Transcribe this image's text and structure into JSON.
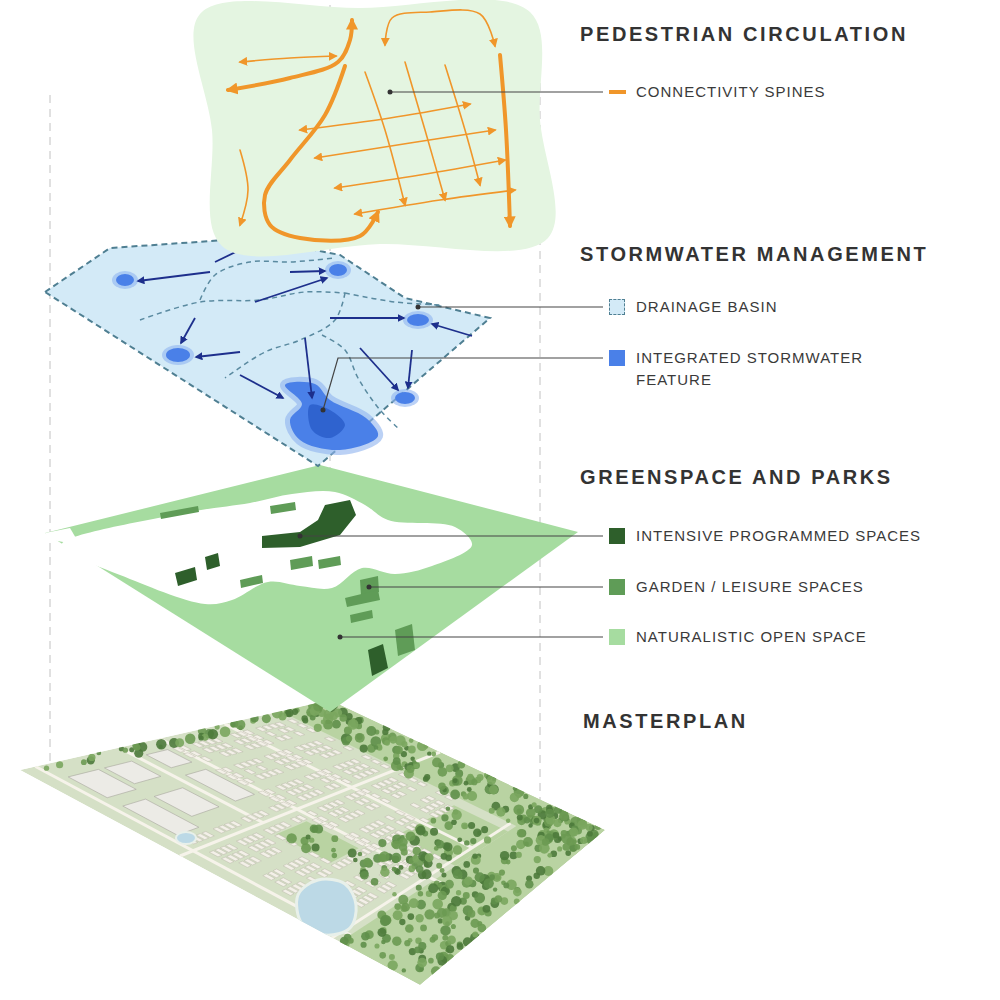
{
  "diagram": {
    "labels": [
      "PEDESTRIAN CIRCULATION",
      "STORMWATER MANAGEMENT",
      "GREENSPACE AND PARKS",
      "MASTERPLAN"
    ],
    "legend": [
      {
        "text": "CONNECTIVITY SPINES"
      },
      {
        "text": "DRAINAGE BASIN",
        "color": "#d3eaf7"
      },
      {
        "text": "INTEGRATED STORMWATER FEATURE",
        "color": "#4a80e8"
      },
      {
        "text": "INTENSIVE PROGRAMMED SPACES",
        "color": "#2e5f2b"
      },
      {
        "text": "GARDEN / LEISURE SPACES",
        "color": "#5f9c57"
      },
      {
        "text": "NATURALISTIC OPEN SPACE",
        "color": "#a6dca0"
      }
    ]
  }
}
